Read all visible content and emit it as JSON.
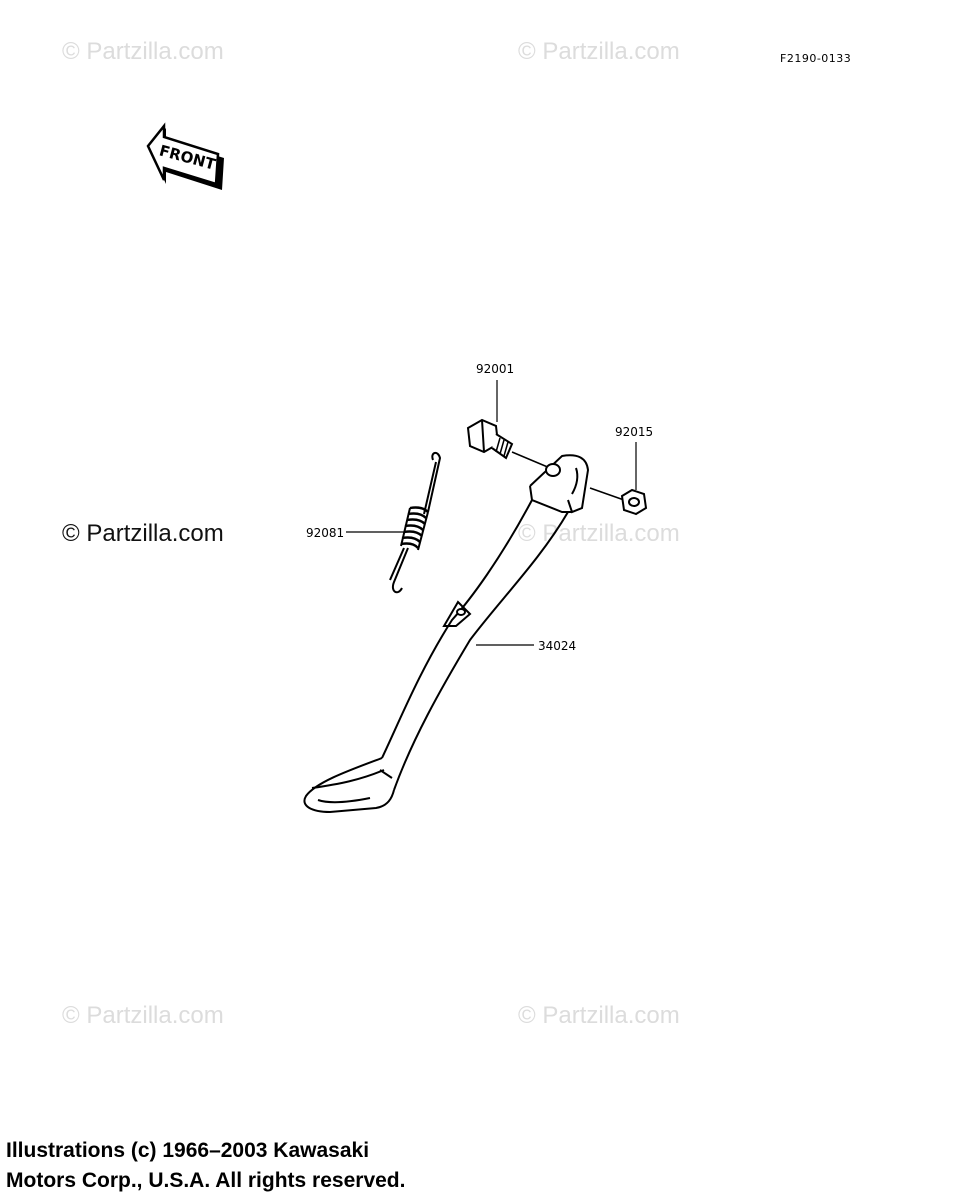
{
  "diagram_id": "F2190-0133",
  "front_label": "FRONT",
  "watermarks": {
    "top_left": "© Partzilla.com",
    "top_right": "© Partzilla.com",
    "mid_left": "© Partzilla.com",
    "mid_right": "© Partzilla.com",
    "bottom_left": "© Partzilla.com",
    "bottom_right": "© Partzilla.com"
  },
  "parts": {
    "bolt": "92001",
    "nut": "92015",
    "spring": "92081",
    "stand": "34024"
  },
  "copyright": {
    "line1": "Illustrations (c) 1966–2003 Kawasaki",
    "line2": "Motors Corp., U.S.A.  All rights reserved."
  }
}
